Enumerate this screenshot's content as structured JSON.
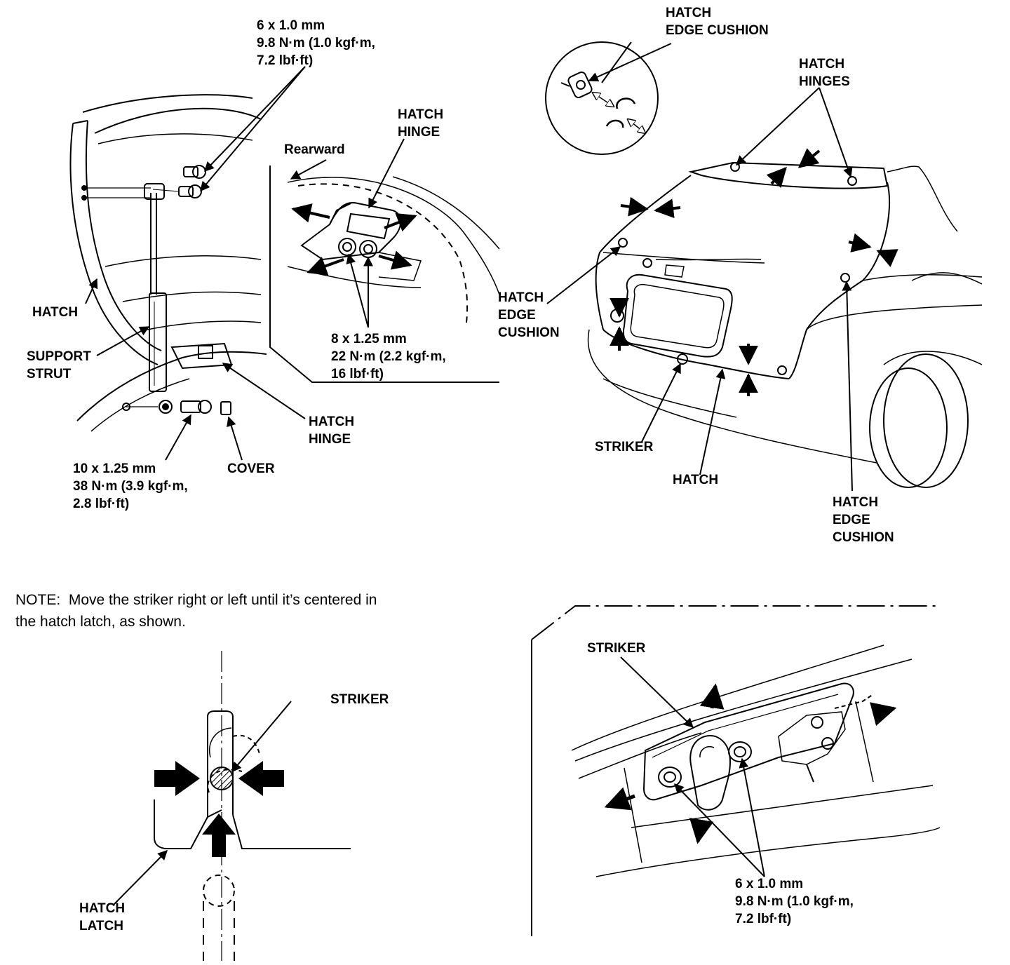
{
  "labels": {
    "strut_top_bolt": "6 x 1.0 mm\n9.8 N·m (1.0 kgf·m,\n7.2 lbf·ft)",
    "hatch_left": "HATCH",
    "support_strut": "SUPPORT\nSTRUT",
    "strut_bottom_bolt": "10 x 1.25 mm\n38 N·m (3.9 kgf·m,\n2.8 lbf·ft)",
    "cover": "COVER",
    "hatch_hinge_lower": "HATCH\nHINGE",
    "rearward": "Rearward",
    "hatch_hinge_detail": "HATCH\nHINGE",
    "hinge_bolt": "8 x 1.25 mm\n22 N·m (2.2 kgf·m,\n16 lbf·ft)",
    "edge_cushion_top": "HATCH\nEDGE CUSHION",
    "hatch_hinges": "HATCH\nHINGES",
    "edge_cushion_left": "HATCH\nEDGE\nCUSHION",
    "striker_car": "STRIKER",
    "hatch_car": "HATCH",
    "edge_cushion_right": "HATCH\nEDGE\nCUSHION",
    "note": "NOTE:  Move the striker right or left until it’s centered in\nthe hatch latch, as shown.",
    "striker_latch": "STRIKER",
    "hatch_latch": "HATCH\nLATCH",
    "striker_detail": "STRIKER",
    "striker_bolt": "6 x 1.0 mm\n9.8 N·m (1.0 kgf·m,\n7.2 lbf·ft)"
  }
}
